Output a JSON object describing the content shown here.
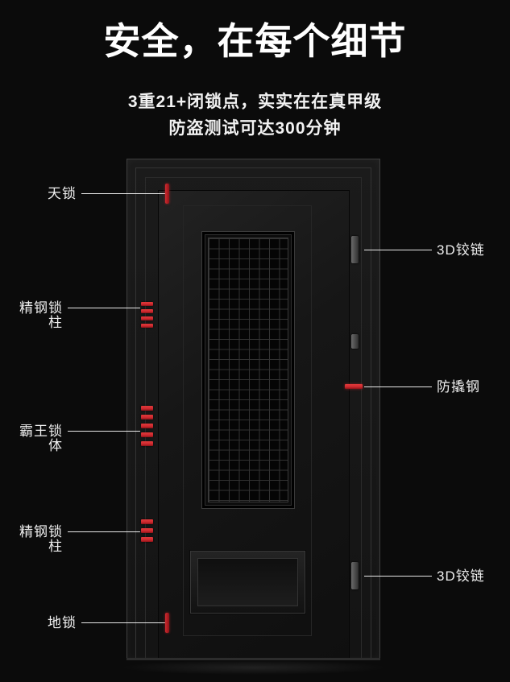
{
  "header": {
    "title": "安全，在每个细节",
    "subtitle_line1": "3重21+闭锁点，实实在在真甲级",
    "subtitle_line2": "防盗测试可达300分钟"
  },
  "callouts": {
    "left": [
      {
        "label": "天锁"
      },
      {
        "label": "精钢锁柱"
      },
      {
        "label": "霸王锁体"
      },
      {
        "label": "精钢锁柱"
      },
      {
        "label": "地锁"
      }
    ],
    "right": [
      {
        "label": "3D铰链"
      },
      {
        "label": "防撬钢"
      },
      {
        "label": "3D铰链"
      }
    ]
  },
  "colors": {
    "background": "#0b0b0b",
    "accent_red": "#cf2a30",
    "text": "#ffffff"
  }
}
